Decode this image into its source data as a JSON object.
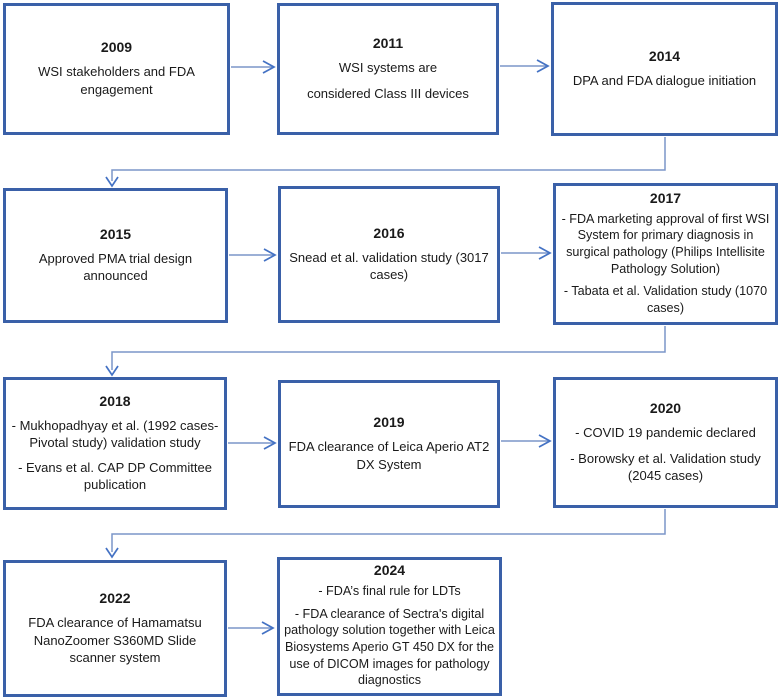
{
  "colors": {
    "box_border": "#3a60a8",
    "connector_line": "#7b95c9",
    "arrowhead": "#4472c4",
    "text": "#1a1a1a",
    "background": "#ffffff"
  },
  "boxes": [
    {
      "year": "2009",
      "paragraphs": [
        "WSI stakeholders and FDA engagement"
      ]
    },
    {
      "year": "2011",
      "paragraphs": [
        "WSI systems are",
        "considered Class III devices"
      ]
    },
    {
      "year": "2014",
      "paragraphs": [
        "DPA and FDA dialogue initiation"
      ]
    },
    {
      "year": "2015",
      "paragraphs": [
        "Approved PMA trial design announced"
      ]
    },
    {
      "year": "2016",
      "paragraphs": [
        "Snead et al. validation study (3017 cases)"
      ]
    },
    {
      "year": "2017",
      "paragraphs": [
        "- FDA marketing approval of first WSI System for primary diagnosis in surgical pathology (Philips Intellisite Pathology Solution)",
        "- Tabata et al. Validation study (1070 cases)"
      ]
    },
    {
      "year": "2018",
      "paragraphs": [
        "- Mukhopadhyay et al. (1992 cases- Pivotal study) validation study",
        "- Evans et al. CAP DP Committee publication"
      ]
    },
    {
      "year": "2019",
      "paragraphs": [
        "FDA clearance of Leica Aperio AT2 DX System"
      ]
    },
    {
      "year": "2020",
      "paragraphs": [
        "- COVID 19 pandemic declared",
        "- Borowsky et al. Validation study (2045 cases)"
      ]
    },
    {
      "year": "2022",
      "paragraphs": [
        "FDA clearance of Hamamatsu NanoZoomer S360MD Slide scanner system"
      ]
    },
    {
      "year": "2024",
      "paragraphs": [
        "- FDA’s final rule for LDTs",
        "- FDA clearance of Sectra's digital pathology solution together with Leica Biosystems Aperio GT 450 DX for the use of DICOM images for pathology diagnostics"
      ]
    }
  ]
}
